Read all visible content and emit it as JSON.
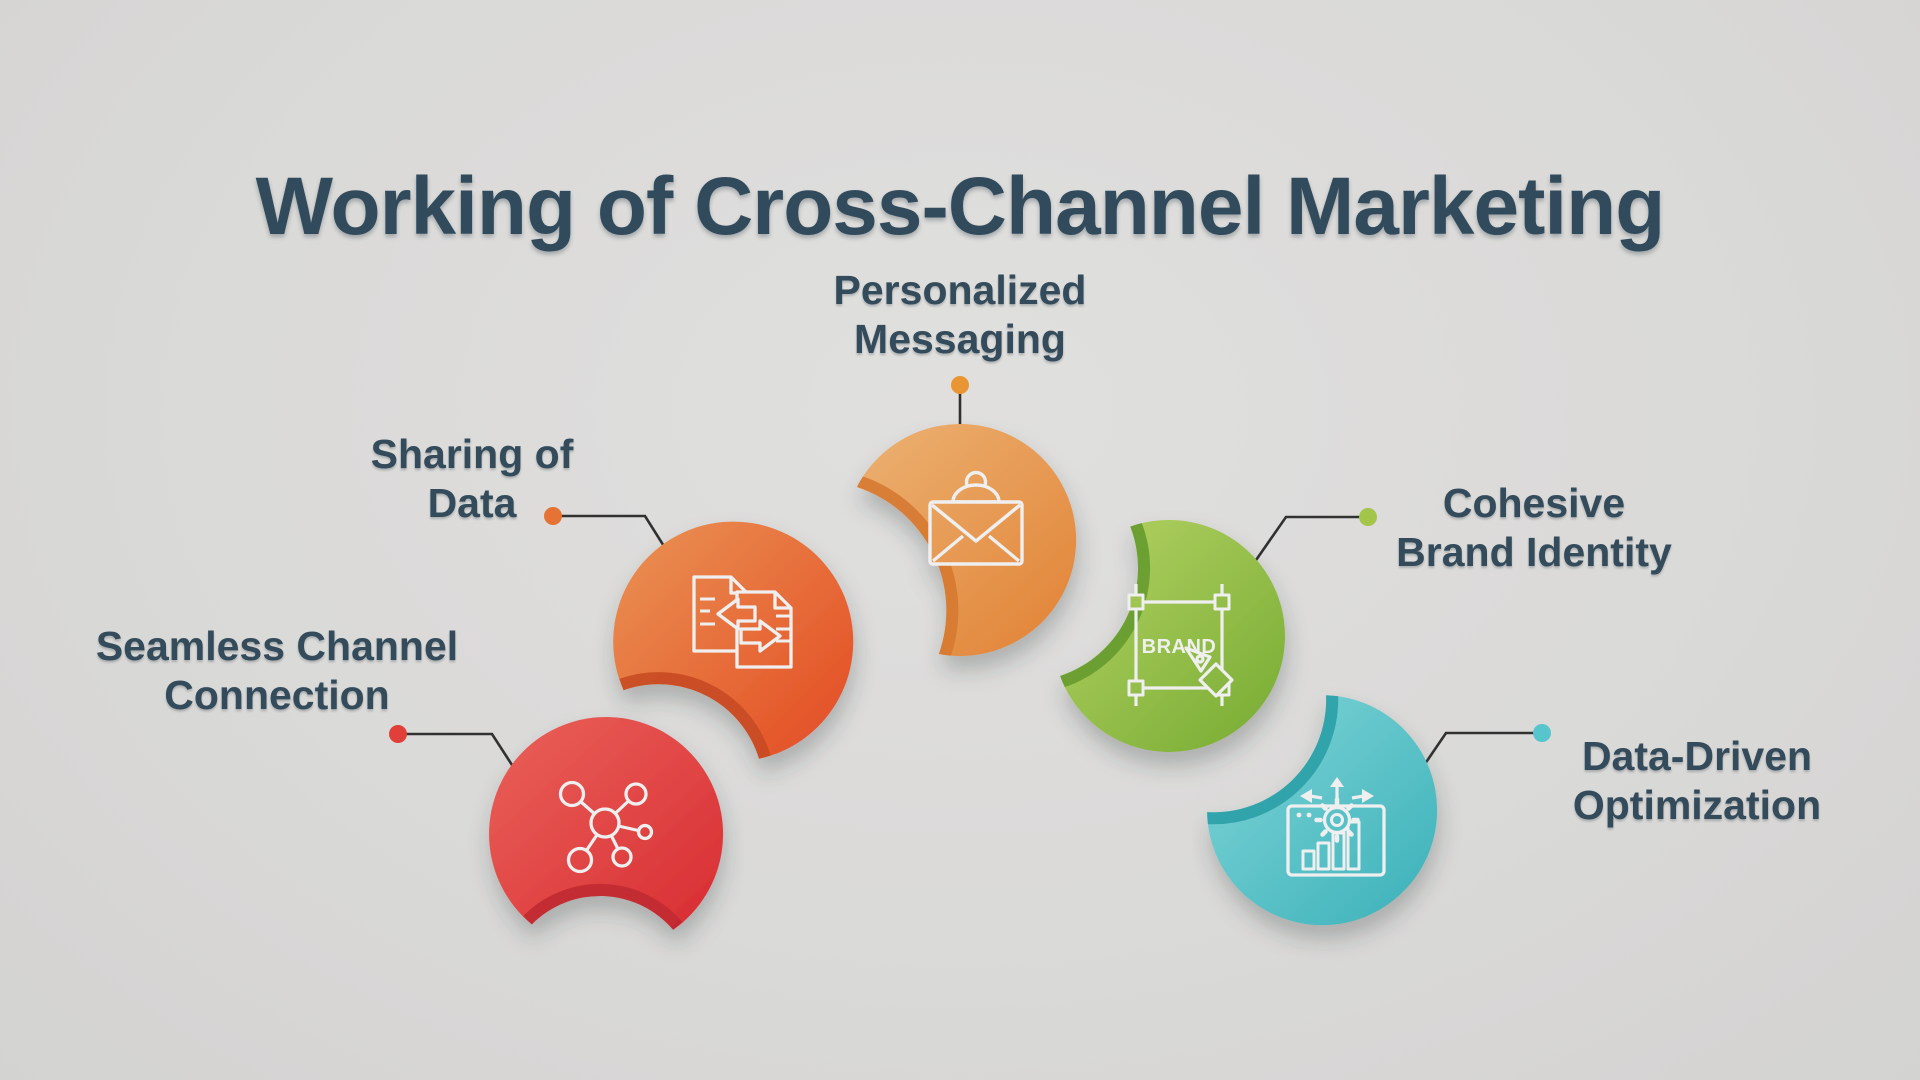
{
  "title": "Working of Cross-Channel Marketing",
  "background_color": "#e6e5e3",
  "text_color": "#1d3b4e",
  "line_color": "#1c1c1c",
  "items": [
    {
      "label": "Seamless Channel\nConnection",
      "icon": "network-hub-icon",
      "color_start": "#f9544a",
      "color_end": "#e3151c",
      "fold_color": "#c6111a",
      "dot_color": "#ee2c24"
    },
    {
      "label": "Sharing of\nData",
      "icon": "document-exchange-icon",
      "color_start": "#f98e44",
      "color_end": "#f13a09",
      "fold_color": "#d03a06",
      "dot_color": "#f4691f"
    },
    {
      "label": "Personalized\nMessaging",
      "icon": "personal-email-icon",
      "color_start": "#fbb468",
      "color_end": "#ef7c1f",
      "fold_color": "#e0711b",
      "dot_color": "#f7941d"
    },
    {
      "label": "Cohesive\nBrand Identity",
      "icon": "brand-frame-icon",
      "icon_label": "BRAND",
      "color_start": "#b9dc57",
      "color_end": "#6fae1d",
      "fold_color": "#5c9a16",
      "dot_color": "#a4cc39"
    },
    {
      "label": "Data-Driven\nOptimization",
      "icon": "analytics-gear-icon",
      "color_start": "#7be0e3",
      "color_end": "#28b5be",
      "fold_color": "#15a0a9",
      "dot_color": "#49ccd4"
    }
  ]
}
